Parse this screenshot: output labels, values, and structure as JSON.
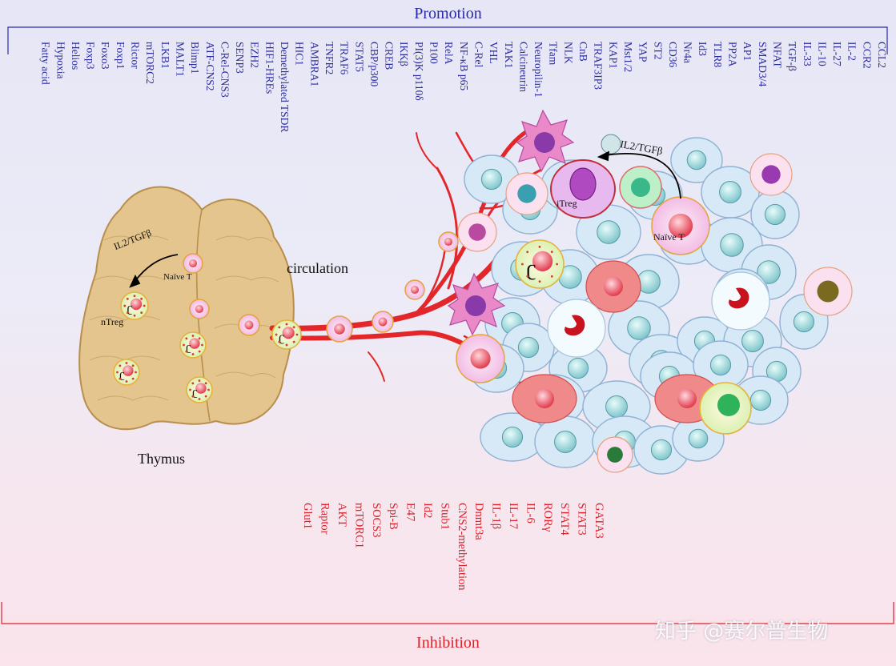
{
  "promotion": {
    "title": "Promotion",
    "factors": [
      "CCL2",
      "CCR2",
      "IL-2",
      "IL-27",
      "IL-10",
      "IL-33",
      "TGF-β",
      "NFAT",
      "SMAD3/4",
      "AP1",
      "PP2A",
      "TLR8",
      "Id3",
      "Nr4a",
      "CD36",
      "ST2",
      "YAP",
      "Mst1/2",
      "KAP1",
      "TRAF3IP3",
      "CnB",
      "NLK",
      "Tfam",
      "Neuropilin-1",
      "Calcineurin",
      "TAK1",
      "VHL",
      "C-Rel",
      "NF-κB p65",
      "RelA",
      "P100",
      "PI(3)K p110δ",
      "IKKβ",
      "CREB",
      "CBP/p300",
      "STAT5",
      "TRAF6",
      "TNFR2",
      "AMBRA1",
      "HIC1",
      "Demethylated TSDR",
      "HIF1-HREs",
      "EZH2",
      "SENP3",
      "C-Rel-CNS3",
      "ATF-CNS2",
      "Blimp1",
      "MALT1",
      "LKB1",
      "mTORC2",
      "Rictor",
      "Foxp1",
      "Foxo3",
      "Foxp3",
      "Helios",
      "Hypoxia",
      "Fatty acid"
    ]
  },
  "inhibition": {
    "title": "Inhibition",
    "factors": [
      "GATA3",
      "STAT3",
      "STAT4",
      "RORγ",
      "IL-6",
      "IL-17",
      "IL-1β",
      "Dnmt3a",
      "CNS2-methylation",
      "Stub1",
      "Id2",
      "E47",
      "Spi-B",
      "SOCS3",
      "mTORC1",
      "AKT",
      "Raptor",
      "Glut1"
    ]
  },
  "labels": {
    "thymus": "Thymus",
    "circulation": "circulation",
    "thymus_signal": "IL2/TGFβ",
    "thymus_naive": "Naïve T",
    "ntreg": "nTreg",
    "tumor_signal": "IL2/TGFβ",
    "itreg": "iTreg",
    "tumor_naive": "Naïve T"
  },
  "watermark": "知乎 @赛尔普生物",
  "colors": {
    "promotion": "#2a2aa8",
    "inhibition": "#e0202a",
    "thymus": "#e3c58d",
    "vessel": "#e3262a",
    "tumor_cell": "#d7e9f6",
    "treg_cell": "#f2d9ee"
  }
}
